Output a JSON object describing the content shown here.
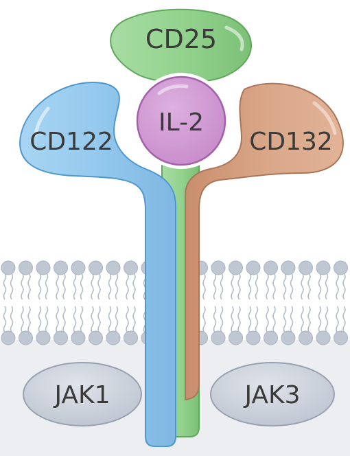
{
  "labels": {
    "cd25": "CD25",
    "il2": "IL-2",
    "cd122": "CD122",
    "cd132": "CD132",
    "jak1": "JAK1",
    "jak3": "JAK3"
  },
  "colors": {
    "cd25_fill": "#8fd18b",
    "cd25_stroke": "#5fa85b",
    "cd122_fill": "#92c8ec",
    "cd122_stroke": "#4f97cf",
    "cd132_fill": "#d9a586",
    "cd132_stroke": "#a8765a",
    "il2_fill": "#cf98d2",
    "il2_stroke": "#a35fa9",
    "jak_fill": "#c9cfd9",
    "jak_stroke": "#98a1b0",
    "lipid_head": "#bfc7d2",
    "cytoplasm": "#eceef1"
  }
}
